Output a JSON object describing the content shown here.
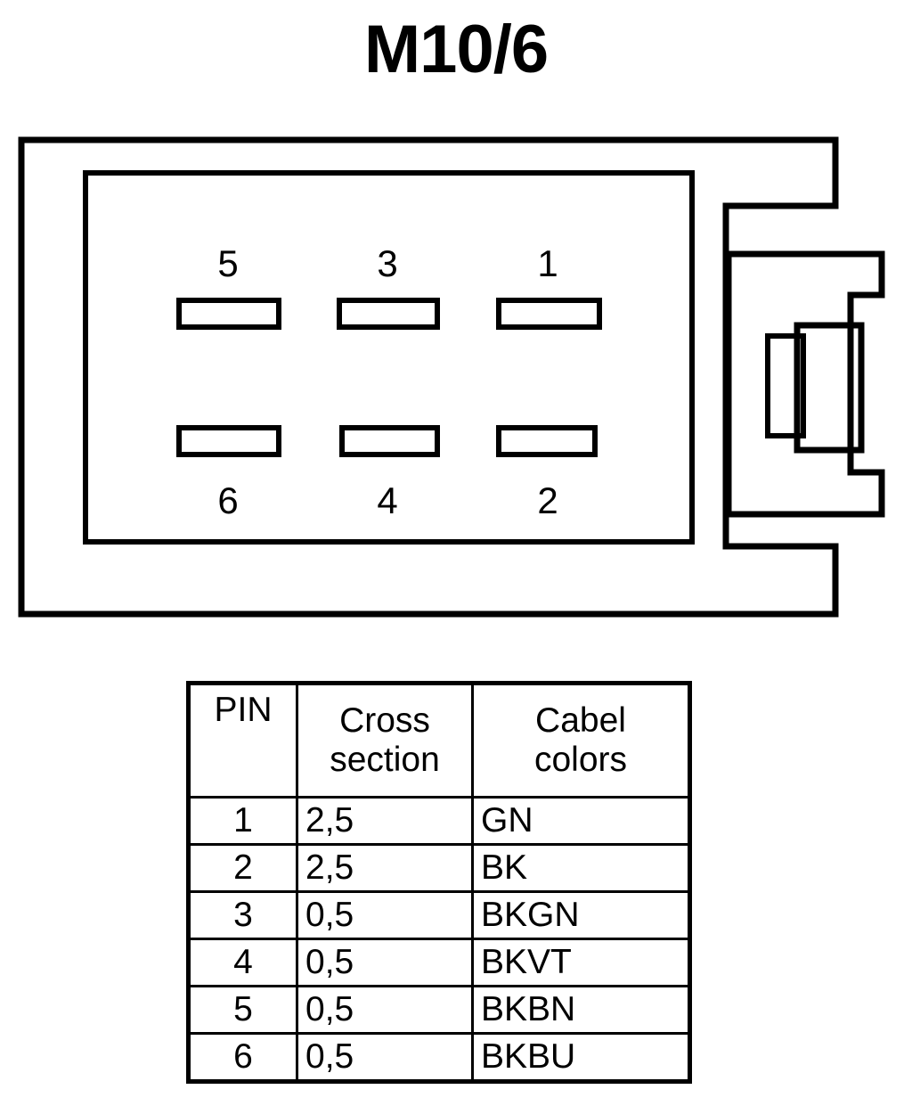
{
  "title": "M10/6",
  "connector": {
    "pins_top": [
      {
        "label": "5"
      },
      {
        "label": "3"
      },
      {
        "label": "1"
      }
    ],
    "pins_bottom": [
      {
        "label": "6"
      },
      {
        "label": "4"
      },
      {
        "label": "2"
      }
    ],
    "line_color": "#000000",
    "fill_color": "#ffffff"
  },
  "table": {
    "headers": {
      "pin": "PIN",
      "cross_line1": "Cross",
      "cross_line2": "section",
      "color_line1": "Cabel",
      "color_line2": "colors"
    },
    "rows": [
      {
        "pin": "1",
        "cross_section": "2,5",
        "cable_color": "GN"
      },
      {
        "pin": "2",
        "cross_section": "2,5",
        "cable_color": "BK"
      },
      {
        "pin": "3",
        "cross_section": "0,5",
        "cable_color": "BKGN"
      },
      {
        "pin": "4",
        "cross_section": "0,5",
        "cable_color": "BKVT"
      },
      {
        "pin": "5",
        "cross_section": "0,5",
        "cable_color": "BKBN"
      },
      {
        "pin": "6",
        "cross_section": "0,5",
        "cable_color": "BKBU"
      }
    ]
  }
}
